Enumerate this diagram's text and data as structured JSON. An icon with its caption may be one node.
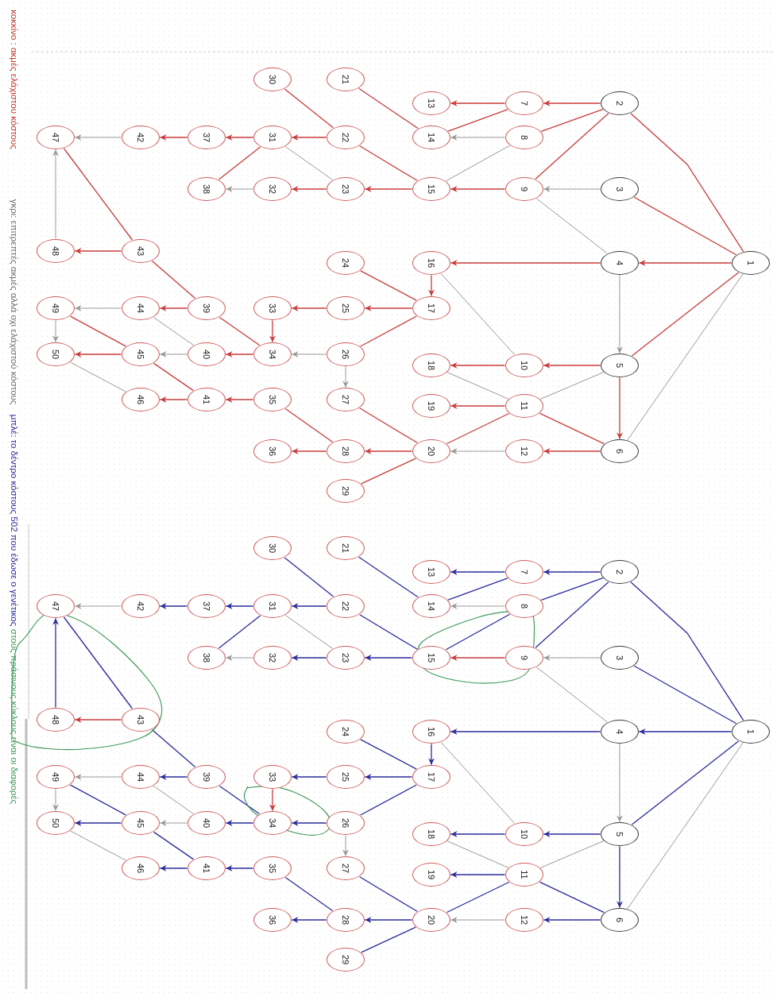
{
  "diagram": {
    "nodes": [
      {
        "text": [
          "1"
        ]
      },
      {
        "text": [
          "2"
        ]
      },
      {
        "text": [
          "3"
        ]
      },
      {
        "text": [
          "4"
        ]
      },
      {
        "text": [
          "5"
        ]
      },
      {
        "text": [
          "6"
        ]
      },
      {
        "text": [
          "7"
        ]
      },
      {
        "text": [
          "8"
        ]
      },
      {
        "text": [
          "9"
        ]
      },
      {
        "text": [
          "10"
        ]
      },
      {
        "text": [
          "11"
        ]
      },
      {
        "text": [
          "12"
        ]
      },
      {
        "text": [
          "13"
        ]
      },
      {
        "text": [
          "14"
        ]
      },
      {
        "text": [
          "15"
        ]
      },
      {
        "text": [
          "16"
        ]
      },
      {
        "text": [
          "17"
        ]
      },
      {
        "text": [
          "18"
        ]
      },
      {
        "text": [
          "19"
        ]
      },
      {
        "text": [
          "20"
        ]
      },
      {
        "text": [
          "21"
        ]
      },
      {
        "text": [
          "22"
        ]
      },
      {
        "text": [
          "23"
        ]
      },
      {
        "text": [
          "24"
        ]
      },
      {
        "text": [
          "25"
        ]
      },
      {
        "text": [
          "26"
        ]
      },
      {
        "text": [
          "27"
        ]
      },
      {
        "text": [
          "28"
        ]
      },
      {
        "text": [
          "29"
        ]
      },
      {
        "text": [
          "30"
        ]
      },
      {
        "text": [
          "31"
        ]
      },
      {
        "text": [
          "32"
        ]
      },
      {
        "text": [
          "33"
        ]
      },
      {
        "text": [
          "34"
        ]
      },
      {
        "text": [
          "35"
        ]
      },
      {
        "text": [
          "36"
        ]
      },
      {
        "text": [
          "37"
        ]
      },
      {
        "text": [
          "38"
        ]
      },
      {
        "text": [
          "39"
        ]
      },
      {
        "text": [
          "40"
        ]
      },
      {
        "text": [
          "41"
        ]
      },
      {
        "text": [
          "42"
        ]
      },
      {
        "text": [
          "43"
        ]
      },
      {
        "text": [
          "44"
        ]
      },
      {
        "text": [
          "45"
        ]
      },
      {
        "text": [
          "46"
        ]
      },
      {
        "text": [
          "47"
        ]
      },
      {
        "text": [
          "48"
        ]
      },
      {
        "text": [
          "49"
        ]
      },
      {
        "text": [
          "50"
        ]
      },
      {
        "text": [
          "1"
        ]
      },
      {
        "text": [
          "2"
        ]
      },
      {
        "text": [
          "3"
        ]
      },
      {
        "text": [
          "4"
        ]
      },
      {
        "text": [
          "5"
        ]
      },
      {
        "text": [
          "6"
        ]
      },
      {
        "text": [
          "7"
        ]
      },
      {
        "text": [
          "8"
        ]
      },
      {
        "text": [
          "9"
        ]
      },
      {
        "text": [
          "10"
        ]
      },
      {
        "text": [
          "11"
        ]
      },
      {
        "text": [
          "12"
        ]
      },
      {
        "text": [
          "13"
        ]
      },
      {
        "text": [
          "14"
        ]
      },
      {
        "text": [
          "15"
        ]
      },
      {
        "text": [
          "16"
        ]
      },
      {
        "text": [
          "17"
        ]
      },
      {
        "text": [
          "18"
        ]
      },
      {
        "text": [
          "19"
        ]
      },
      {
        "text": [
          "20"
        ]
      },
      {
        "text": [
          "21"
        ]
      },
      {
        "text": [
          "22"
        ]
      },
      {
        "text": [
          "23"
        ]
      },
      {
        "text": [
          "24"
        ]
      },
      {
        "text": [
          "25"
        ]
      },
      {
        "text": [
          "26"
        ]
      },
      {
        "text": [
          "27"
        ]
      },
      {
        "text": [
          "28"
        ]
      },
      {
        "text": [
          "29"
        ]
      },
      {
        "text": [
          "30"
        ]
      },
      {
        "text": [
          "31"
        ]
      },
      {
        "text": [
          "32"
        ]
      },
      {
        "text": [
          "33"
        ]
      },
      {
        "text": [
          "34"
        ]
      },
      {
        "text": [
          "35"
        ]
      },
      {
        "text": [
          "36"
        ]
      },
      {
        "text": [
          "37"
        ]
      },
      {
        "text": [
          "38"
        ]
      },
      {
        "text": [
          "39"
        ]
      },
      {
        "text": [
          "40"
        ]
      },
      {
        "text": [
          "41"
        ]
      },
      {
        "text": [
          "42"
        ]
      },
      {
        "text": [
          "43"
        ]
      },
      {
        "text": [
          "44"
        ]
      },
      {
        "text": [
          "45"
        ]
      },
      {
        "text": [
          "46"
        ]
      },
      {
        "text": [
          "47"
        ]
      },
      {
        "text": [
          "48"
        ]
      },
      {
        "text": [
          "49"
        ]
      },
      {
        "text": [
          "50"
        ]
      }
    ],
    "edges": [
      {
        "from": 0,
        "to": 3,
        "arrow": "to",
        "color": "#c83c3c"
      },
      {
        "from": 0,
        "to": 1,
        "arrow": "none",
        "color": "#c83c3c"
      },
      {
        "from": 0,
        "to": 2,
        "arrow": "none",
        "color": "#c83c3c"
      },
      {
        "from": 0,
        "to": 4,
        "arrow": "none",
        "color": "#c83c3c"
      },
      {
        "from": 0,
        "to": 5,
        "arrow": "none",
        "color": "#999999"
      },
      {
        "from": 1,
        "to": 6,
        "arrow": "to",
        "color": "#c83c3c"
      },
      {
        "from": 1,
        "to": 7,
        "arrow": "none",
        "color": "#c83c3c"
      },
      {
        "from": 1,
        "to": 8,
        "arrow": "none",
        "color": "#c83c3c"
      },
      {
        "from": 2,
        "to": 8,
        "arrow": "to",
        "color": "#999999"
      },
      {
        "from": 3,
        "to": 8,
        "arrow": "none",
        "color": "#999999"
      },
      {
        "from": 3,
        "to": 15,
        "arrow": "to",
        "color": "#c83c3c"
      },
      {
        "from": 3,
        "to": 4,
        "arrow": "to",
        "color": "#999999"
      },
      {
        "from": 4,
        "to": 9,
        "arrow": "to",
        "color": "#c83c3c"
      },
      {
        "from": 4,
        "to": 5,
        "arrow": "to",
        "color": "#c83c3c"
      },
      {
        "from": 4,
        "to": 10,
        "arrow": "none",
        "color": "#999999"
      },
      {
        "from": 5,
        "to": 10,
        "arrow": "none",
        "color": "#c83c3c"
      },
      {
        "from": 5,
        "to": 11,
        "arrow": "to",
        "color": "#c83c3c"
      },
      {
        "from": 6,
        "to": 12,
        "arrow": "to",
        "color": "#c83c3c"
      },
      {
        "from": 6,
        "to": 13,
        "arrow": "none",
        "color": "#c83c3c"
      },
      {
        "from": 7,
        "to": 13,
        "arrow": "to",
        "color": "#999999"
      },
      {
        "from": 7,
        "to": 14,
        "arrow": "none",
        "color": "#999999"
      },
      {
        "from": 8,
        "to": 14,
        "arrow": "to",
        "color": "#c83c3c"
      },
      {
        "from": 9,
        "to": 17,
        "arrow": "to",
        "color": "#c83c3c"
      },
      {
        "from": 9,
        "to": 15,
        "arrow": "none",
        "color": "#999999"
      },
      {
        "from": 10,
        "to": 18,
        "arrow": "to",
        "color": "#c83c3c"
      },
      {
        "from": 10,
        "to": 17,
        "arrow": "none",
        "color": "#999999"
      },
      {
        "from": 10,
        "to": 19,
        "arrow": "none",
        "color": "#c83c3c"
      },
      {
        "from": 11,
        "to": 19,
        "arrow": "to",
        "color": "#999999"
      },
      {
        "from": 13,
        "to": 20,
        "arrow": "none",
        "color": "#c83c3c"
      },
      {
        "from": 14,
        "to": 21,
        "arrow": "none",
        "color": "#c83c3c"
      },
      {
        "from": 14,
        "to": 22,
        "arrow": "to",
        "color": "#c83c3c"
      },
      {
        "from": 15,
        "to": 16,
        "arrow": "to",
        "color": "#c83c3c"
      },
      {
        "from": 16,
        "to": 23,
        "arrow": "none",
        "color": "#c83c3c"
      },
      {
        "from": 16,
        "to": 24,
        "arrow": "to",
        "color": "#c83c3c"
      },
      {
        "from": 16,
        "to": 25,
        "arrow": "none",
        "color": "#c83c3c"
      },
      {
        "from": 19,
        "to": 26,
        "arrow": "none",
        "color": "#c83c3c"
      },
      {
        "from": 19,
        "to": 27,
        "arrow": "to",
        "color": "#c83c3c"
      },
      {
        "from": 19,
        "to": 28,
        "arrow": "none",
        "color": "#c83c3c"
      },
      {
        "from": 21,
        "to": 29,
        "arrow": "none",
        "color": "#c83c3c"
      },
      {
        "from": 21,
        "to": 30,
        "arrow": "to",
        "color": "#c83c3c"
      },
      {
        "from": 22,
        "to": 30,
        "arrow": "none",
        "color": "#999999"
      },
      {
        "from": 22,
        "to": 31,
        "arrow": "to",
        "color": "#c83c3c"
      },
      {
        "from": 24,
        "to": 32,
        "arrow": "to",
        "color": "#c83c3c"
      },
      {
        "from": 25,
        "to": 33,
        "arrow": "to",
        "color": "#999999"
      },
      {
        "from": 25,
        "to": 26,
        "arrow": "to",
        "color": "#999999"
      },
      {
        "from": 27,
        "to": 34,
        "arrow": "none",
        "color": "#c83c3c"
      },
      {
        "from": 27,
        "to": 35,
        "arrow": "to",
        "color": "#c83c3c"
      },
      {
        "from": 30,
        "to": 36,
        "arrow": "to",
        "color": "#c83c3c"
      },
      {
        "from": 30,
        "to": 37,
        "arrow": "none",
        "color": "#c83c3c"
      },
      {
        "from": 31,
        "to": 37,
        "arrow": "to",
        "color": "#999999"
      },
      {
        "from": 32,
        "to": 33,
        "arrow": "to",
        "color": "#c83c3c"
      },
      {
        "from": 33,
        "to": 39,
        "arrow": "to",
        "color": "#c83c3c"
      },
      {
        "from": 33,
        "to": 38,
        "arrow": "none",
        "color": "#c83c3c"
      },
      {
        "from": 34,
        "to": 40,
        "arrow": "to",
        "color": "#c83c3c"
      },
      {
        "from": 36,
        "to": 41,
        "arrow": "to",
        "color": "#c83c3c"
      },
      {
        "from": 38,
        "to": 43,
        "arrow": "to",
        "color": "#c83c3c"
      },
      {
        "from": 38,
        "to": 42,
        "arrow": "none",
        "color": "#c83c3c"
      },
      {
        "from": 39,
        "to": 44,
        "arrow": "to",
        "color": "#999999"
      },
      {
        "from": 39,
        "to": 43,
        "arrow": "none",
        "color": "#999999"
      },
      {
        "from": 40,
        "to": 45,
        "arrow": "to",
        "color": "#c83c3c"
      },
      {
        "from": 40,
        "to": 44,
        "arrow": "none",
        "color": "#c83c3c"
      },
      {
        "from": 41,
        "to": 46,
        "arrow": "to",
        "color": "#999999"
      },
      {
        "from": 42,
        "to": 47,
        "arrow": "to",
        "color": "#c83c3c"
      },
      {
        "from": 42,
        "to": 46,
        "arrow": "none",
        "color": "#c83c3c"
      },
      {
        "from": 43,
        "to": 48,
        "arrow": "to",
        "color": "#999999"
      },
      {
        "from": 44,
        "to": 49,
        "arrow": "to",
        "color": "#c83c3c"
      },
      {
        "from": 44,
        "to": 48,
        "arrow": "none",
        "color": "#c83c3c"
      },
      {
        "from": 45,
        "to": 49,
        "arrow": "none",
        "color": "#999999"
      },
      {
        "from": 47,
        "to": 46,
        "arrow": "to",
        "color": "#999999"
      },
      {
        "from": 48,
        "to": 49,
        "arrow": "to",
        "color": "#999999"
      },
      {
        "from": 50,
        "to": 53,
        "arrow": "to",
        "color": "#2b2b9c"
      },
      {
        "from": 50,
        "to": 51,
        "arrow": "none",
        "color": "#2b2b9c"
      },
      {
        "from": 50,
        "to": 52,
        "arrow": "none",
        "color": "#2b2b9c"
      },
      {
        "from": 50,
        "to": 54,
        "arrow": "none",
        "color": "#2b2b9c"
      },
      {
        "from": 50,
        "to": 55,
        "arrow": "none",
        "color": "#999999"
      },
      {
        "from": 51,
        "to": 56,
        "arrow": "to",
        "color": "#2b2b9c"
      },
      {
        "from": 51,
        "to": 57,
        "arrow": "none",
        "color": "#2b2b9c"
      },
      {
        "from": 51,
        "to": 58,
        "arrow": "none",
        "color": "#2b2b9c"
      },
      {
        "from": 52,
        "to": 58,
        "arrow": "to",
        "color": "#999999"
      },
      {
        "from": 53,
        "to": 58,
        "arrow": "none",
        "color": "#999999"
      },
      {
        "from": 53,
        "to": 65,
        "arrow": "to",
        "color": "#2b2b9c"
      },
      {
        "from": 53,
        "to": 54,
        "arrow": "to",
        "color": "#999999"
      },
      {
        "from": 54,
        "to": 59,
        "arrow": "to",
        "color": "#2b2b9c"
      },
      {
        "from": 54,
        "to": 55,
        "arrow": "to",
        "color": "#2b2b9c"
      },
      {
        "from": 54,
        "to": 60,
        "arrow": "none",
        "color": "#999999"
      },
      {
        "from": 55,
        "to": 60,
        "arrow": "none",
        "color": "#2b2b9c"
      },
      {
        "from": 55,
        "to": 61,
        "arrow": "to",
        "color": "#2b2b9c"
      },
      {
        "from": 56,
        "to": 62,
        "arrow": "to",
        "color": "#2b2b9c"
      },
      {
        "from": 56,
        "to": 63,
        "arrow": "none",
        "color": "#2b2b9c"
      },
      {
        "from": 57,
        "to": 63,
        "arrow": "to",
        "color": "#999999"
      },
      {
        "from": 57,
        "to": 64,
        "arrow": "none",
        "color": "#2b2b9c"
      },
      {
        "from": 58,
        "to": 64,
        "arrow": "to",
        "color": "#c83c3c"
      },
      {
        "from": 59,
        "to": 67,
        "arrow": "to",
        "color": "#2b2b9c"
      },
      {
        "from": 59,
        "to": 65,
        "arrow": "none",
        "color": "#999999"
      },
      {
        "from": 60,
        "to": 68,
        "arrow": "to",
        "color": "#2b2b9c"
      },
      {
        "from": 60,
        "to": 67,
        "arrow": "none",
        "color": "#999999"
      },
      {
        "from": 60,
        "to": 69,
        "arrow": "none",
        "color": "#2b2b9c"
      },
      {
        "from": 61,
        "to": 69,
        "arrow": "to",
        "color": "#999999"
      },
      {
        "from": 63,
        "to": 70,
        "arrow": "none",
        "color": "#2b2b9c"
      },
      {
        "from": 64,
        "to": 71,
        "arrow": "none",
        "color": "#2b2b9c"
      },
      {
        "from": 64,
        "to": 72,
        "arrow": "to",
        "color": "#2b2b9c"
      },
      {
        "from": 65,
        "to": 66,
        "arrow": "to",
        "color": "#2b2b9c"
      },
      {
        "from": 66,
        "to": 73,
        "arrow": "none",
        "color": "#2b2b9c"
      },
      {
        "from": 66,
        "to": 74,
        "arrow": "to",
        "color": "#2b2b9c"
      },
      {
        "from": 66,
        "to": 75,
        "arrow": "none",
        "color": "#2b2b9c"
      },
      {
        "from": 69,
        "to": 76,
        "arrow": "none",
        "color": "#2b2b9c"
      },
      {
        "from": 69,
        "to": 77,
        "arrow": "to",
        "color": "#2b2b9c"
      },
      {
        "from": 69,
        "to": 78,
        "arrow": "none",
        "color": "#2b2b9c"
      },
      {
        "from": 71,
        "to": 79,
        "arrow": "none",
        "color": "#2b2b9c"
      },
      {
        "from": 71,
        "to": 80,
        "arrow": "to",
        "color": "#2b2b9c"
      },
      {
        "from": 72,
        "to": 80,
        "arrow": "none",
        "color": "#999999"
      },
      {
        "from": 72,
        "to": 81,
        "arrow": "to",
        "color": "#2b2b9c"
      },
      {
        "from": 74,
        "to": 82,
        "arrow": "to",
        "color": "#2b2b9c"
      },
      {
        "from": 75,
        "to": 83,
        "arrow": "to",
        "color": "#2b2b9c"
      },
      {
        "from": 75,
        "to": 76,
        "arrow": "to",
        "color": "#999999"
      },
      {
        "from": 77,
        "to": 84,
        "arrow": "none",
        "color": "#2b2b9c"
      },
      {
        "from": 77,
        "to": 85,
        "arrow": "to",
        "color": "#2b2b9c"
      },
      {
        "from": 80,
        "to": 86,
        "arrow": "to",
        "color": "#2b2b9c"
      },
      {
        "from": 80,
        "to": 87,
        "arrow": "none",
        "color": "#2b2b9c"
      },
      {
        "from": 81,
        "to": 87,
        "arrow": "to",
        "color": "#999999"
      },
      {
        "from": 82,
        "to": 83,
        "arrow": "to",
        "color": "#c83c3c"
      },
      {
        "from": 83,
        "to": 89,
        "arrow": "to",
        "color": "#2b2b9c"
      },
      {
        "from": 83,
        "to": 88,
        "arrow": "none",
        "color": "#2b2b9c"
      },
      {
        "from": 84,
        "to": 90,
        "arrow": "to",
        "color": "#2b2b9c"
      },
      {
        "from": 86,
        "to": 91,
        "arrow": "to",
        "color": "#2b2b9c"
      },
      {
        "from": 88,
        "to": 93,
        "arrow": "to",
        "color": "#2b2b9c"
      },
      {
        "from": 88,
        "to": 92,
        "arrow": "none",
        "color": "#2b2b9c"
      },
      {
        "from": 89,
        "to": 94,
        "arrow": "to",
        "color": "#999999"
      },
      {
        "from": 89,
        "to": 93,
        "arrow": "none",
        "color": "#999999"
      },
      {
        "from": 90,
        "to": 95,
        "arrow": "to",
        "color": "#2b2b9c"
      },
      {
        "from": 90,
        "to": 94,
        "arrow": "none",
        "color": "#2b2b9c"
      },
      {
        "from": 91,
        "to": 96,
        "arrow": "to",
        "color": "#999999"
      },
      {
        "from": 92,
        "to": 97,
        "arrow": "to",
        "color": "#c83c3c"
      },
      {
        "from": 92,
        "to": 96,
        "arrow": "none",
        "color": "#2b2b9c"
      },
      {
        "from": 93,
        "to": 98,
        "arrow": "to",
        "color": "#999999"
      },
      {
        "from": 94,
        "to": 99,
        "arrow": "to",
        "color": "#2b2b9c"
      },
      {
        "from": 94,
        "to": 98,
        "arrow": "none",
        "color": "#2b2b9c"
      },
      {
        "from": 95,
        "to": 99,
        "arrow": "none",
        "color": "#999999"
      },
      {
        "from": 97,
        "to": 96,
        "arrow": "to",
        "color": "#2b2b9c"
      },
      {
        "from": 98,
        "to": 99,
        "arrow": "to",
        "color": "#999999"
      }
    ],
    "labels": [
      "κοκκίνο : ακμές ελάχιστου κόστους",
      "γκρι: επιτρεπτές ακμές αλλά οχι ελάχιστού κόστους",
      "μπλέ: το δέντρο κόστους 502 που έδωσε ο γενέτικος",
      "στους πράσινους κύκλους είναι οι διαφορές"
    ]
  }
}
